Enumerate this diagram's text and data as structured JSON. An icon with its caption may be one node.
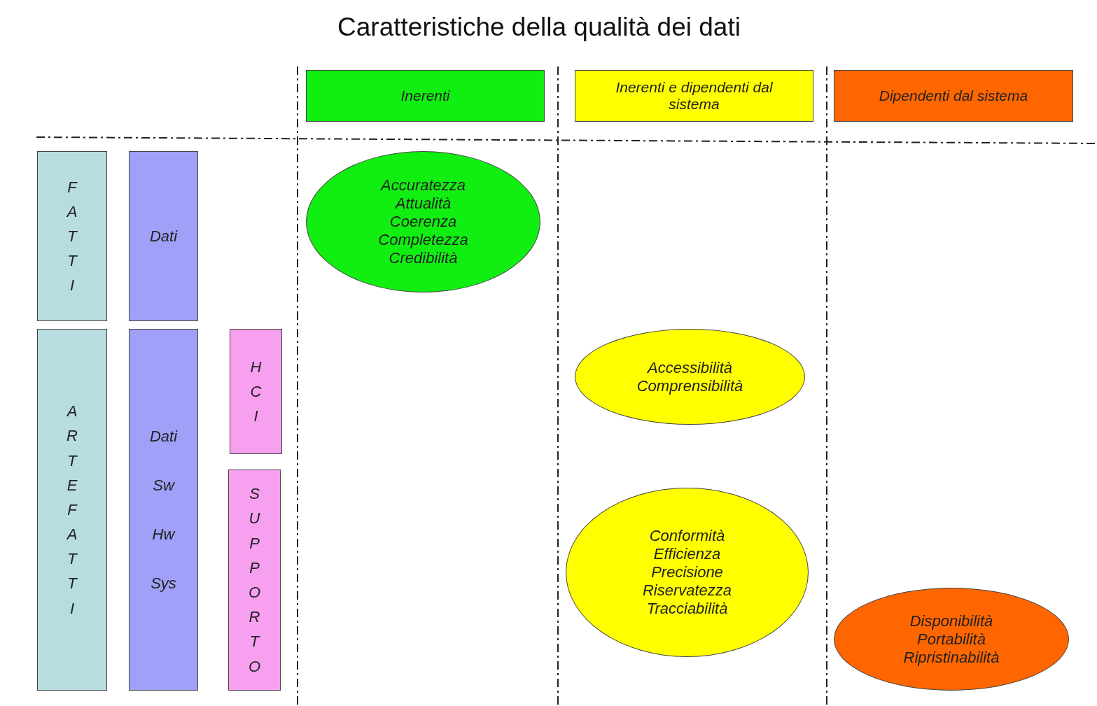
{
  "diagram": {
    "title": "Caratteristiche della qualità dei dati",
    "nodes": [
      {
        "text": [
          "Inerenti"
        ]
      },
      {
        "text": [
          "Inerenti e dipendenti dal sistema"
        ]
      },
      {
        "text": [
          "Dipendenti dal sistema"
        ]
      },
      {
        "text": [
          "FATTI"
        ]
      },
      {
        "text": [
          "Dati"
        ]
      },
      {
        "text": [
          "ARTEFATTI"
        ]
      },
      {
        "text": [
          "Dati",
          "Sw",
          "Hw",
          "Sys"
        ]
      },
      {
        "text": [
          "HCI"
        ]
      },
      {
        "text": [
          "SUPPORTO"
        ]
      },
      {
        "text": [
          "Accuratezza",
          "Attualità",
          "Coerenza",
          "Completezza",
          "Credibilità"
        ]
      },
      {
        "text": [
          "Accessibilità",
          "Comprensibilità"
        ]
      },
      {
        "text": [
          "Conformità",
          "Efficienza",
          "Precisione",
          "Riservatezza",
          "Tracciabilità"
        ]
      },
      {
        "text": [
          "Disponibilità",
          "Portabilità",
          "Ripristinabilità"
        ]
      }
    ]
  }
}
